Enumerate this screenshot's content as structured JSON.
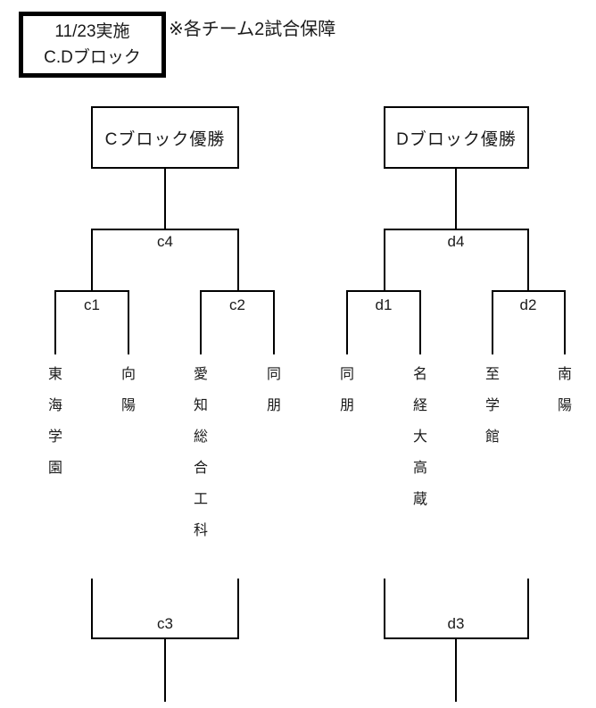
{
  "page": {
    "background": "#ffffff",
    "line_color": "#000000",
    "text_color": "#1a1a1a"
  },
  "header": {
    "date": "11/23実施",
    "block": "C.Dブロック",
    "note": "※各チーム2試合保障"
  },
  "c_block": {
    "champion": "Cブロック優勝",
    "semifinal": "c4",
    "match1": "c1",
    "match2": "c2",
    "consolation": "c3",
    "teams": [
      "東海学園",
      "向陽",
      "愛知総合工科",
      "同朋"
    ]
  },
  "d_block": {
    "champion": "Dブロック優勝",
    "semifinal": "d4",
    "match1": "d1",
    "match2": "d2",
    "consolation": "d3",
    "teams": [
      "同朋",
      "名経大高蔵",
      "至学館",
      "南陽"
    ]
  }
}
